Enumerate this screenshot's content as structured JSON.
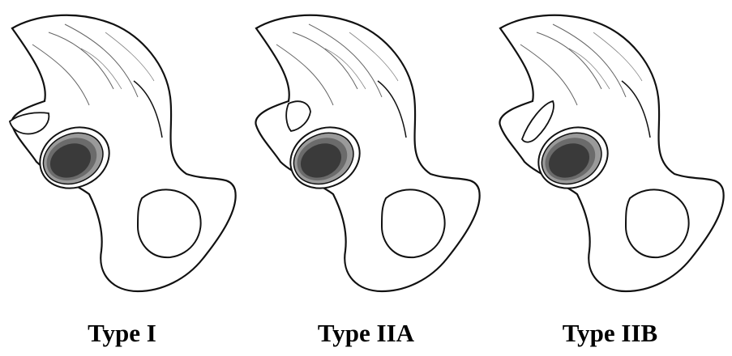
{
  "panels": [
    {
      "label": "Type I",
      "variant": "type-i"
    },
    {
      "label": "Type IIA",
      "variant": "type-iia"
    },
    {
      "label": "Type IIB",
      "variant": "type-iib"
    }
  ],
  "colors": {
    "bone_fill": "#ffffff",
    "ink": "#111111",
    "cup_dark": "#3a3a3a",
    "cup_mid": "#6b6b6b",
    "cup_light": "#9a9a9a"
  }
}
